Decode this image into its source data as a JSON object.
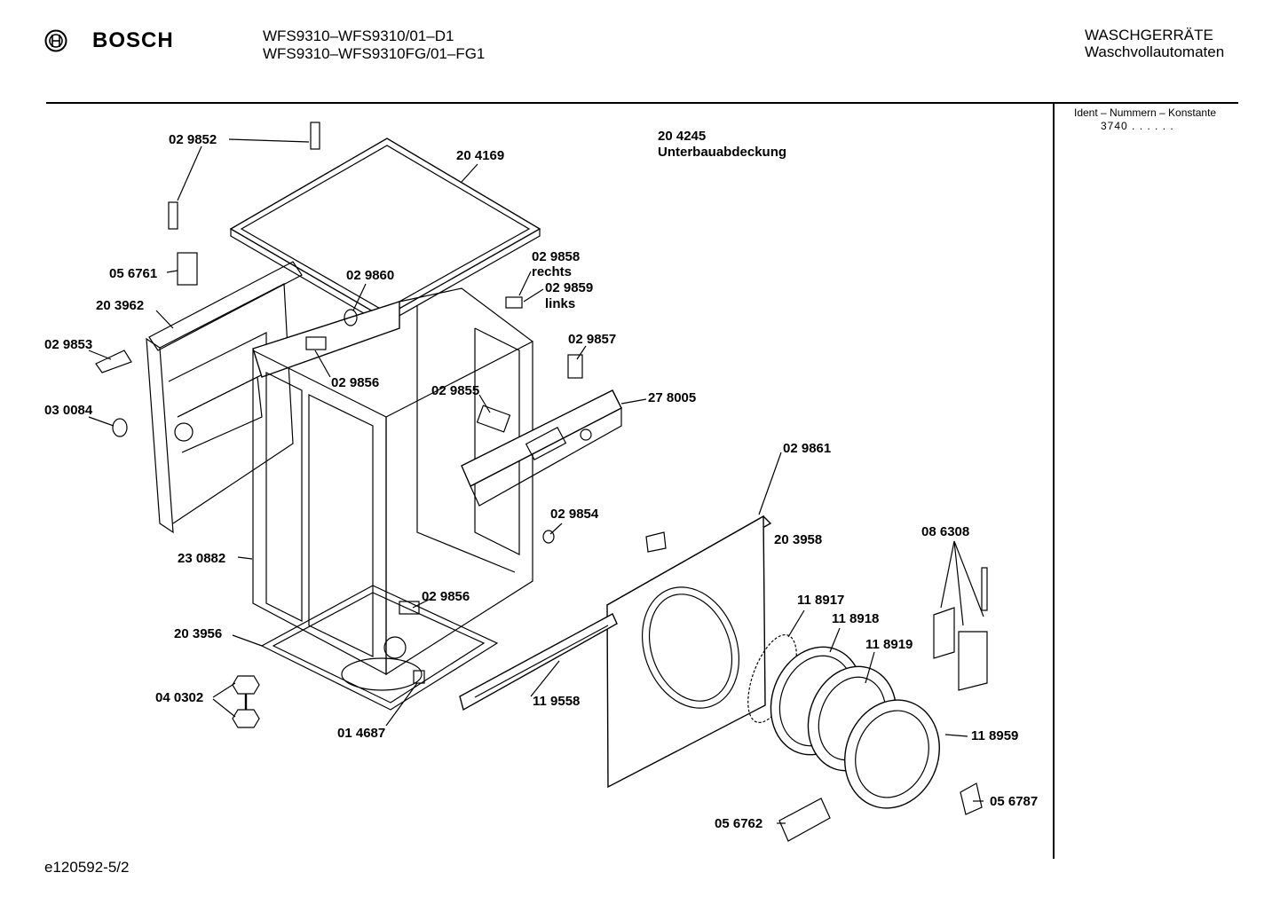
{
  "header": {
    "brand": "BOSCH",
    "model_line_1": "WFS9310–WFS9310/01–D1",
    "model_line_2": "WFS9310–WFS9310FG/01–FG1",
    "category_line_1": "WASCHGERRÄTE",
    "category_line_2": "Waschvollautomaten"
  },
  "sidebar": {
    "title": "Ident – Nummern – Konstante",
    "value": "3740 . . . . . ."
  },
  "note": {
    "number": "20 4245",
    "text": "Unterbauabdeckung"
  },
  "parts": {
    "p029852": "02 9852",
    "p204169": "20 4169",
    "p056761": "05 6761",
    "p029860": "02 9860",
    "p029858": "02 9858",
    "rechts": "rechts",
    "p029859": "02 9859",
    "links": "links",
    "p203962": "20 3962",
    "p029853": "02 9853",
    "p029857": "02 9857",
    "p029856a": "02 9856",
    "p029855": "02 9855",
    "p278005": "27 8005",
    "p030084": "03 0084",
    "p029861": "02 9861",
    "p029854": "02 9854",
    "p203958": "20 3958",
    "p086308": "08 6308",
    "p230882": "23 0882",
    "p029856b": "02 9856",
    "p118917": "11 8917",
    "p118918": "11 8918",
    "p118919": "11 8919",
    "p203956": "20 3956",
    "p040302": "04 0302",
    "p119558": "11 9558",
    "p118959": "11 8959",
    "p014687": "01 4687",
    "p056787": "05 6787",
    "p056762": "05 6762"
  },
  "footer": {
    "drawing_id": "e120592-5/2"
  }
}
